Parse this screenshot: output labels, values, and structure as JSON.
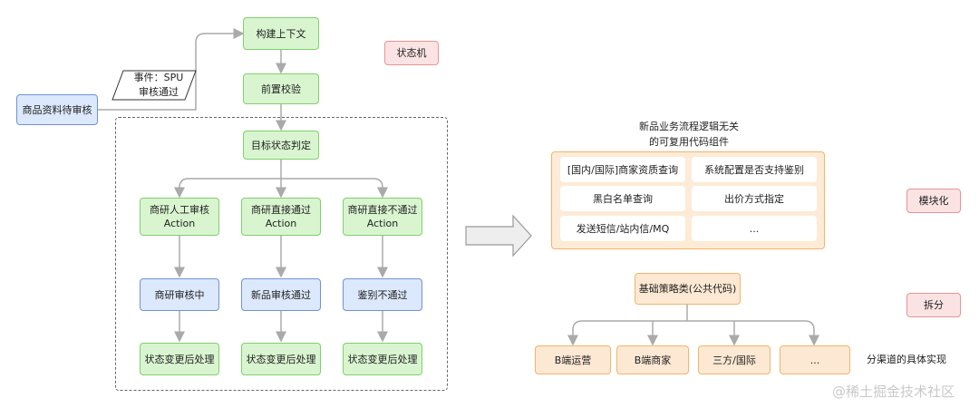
{
  "state_machine": {
    "start": "商品资料待审核",
    "event": "事件：SPU\n审核通过",
    "build_context": "构建上下文",
    "pre_check": "前置校验",
    "target_state": "目标状态判定",
    "actions": [
      "商研人工审核\nAction",
      "商研直接通过\nAction",
      "商研直接不通过\nAction"
    ],
    "states": [
      "商研审核中",
      "新品审核通过",
      "鉴别不通过"
    ],
    "post": [
      "状态变更后处理",
      "状态变更后处理",
      "状态变更后处理"
    ],
    "tag": "状态机"
  },
  "modular": {
    "title": "新品业务流程逻辑无关\n的可复用代码组件",
    "components": [
      "[国内/国际]商家资质查询",
      "系统配置是否支持鉴别",
      "黑白名单查询",
      "出价方式指定",
      "发送短信/站内信/MQ",
      "..."
    ],
    "tag": "模块化"
  },
  "split": {
    "base": "基础策略类(公共代码)",
    "children": [
      "B端运营",
      "B端商家",
      "三方/国际",
      "..."
    ],
    "note": "分渠道的具体实现",
    "tag": "拆分"
  },
  "footer": {
    "watermark": "@稀土掘金技术社区"
  },
  "colors": {
    "green": "#d9f5d0",
    "green_border": "#7fd06c",
    "blue": "#dce8fb",
    "blue_border": "#6f93d6",
    "red": "#fbe3e3",
    "red_border": "#e59595",
    "orange": "#fde9d3",
    "orange_border": "#f3b46b"
  }
}
